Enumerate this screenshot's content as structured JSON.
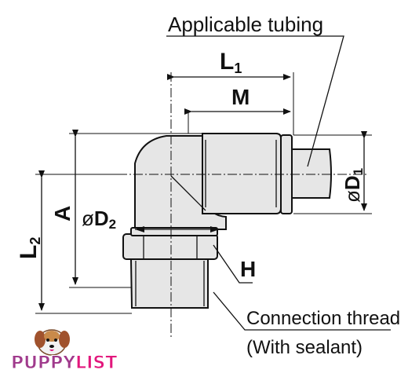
{
  "labels": {
    "applicable_tubing": "Applicable tubing",
    "connection_thread": "Connection thread",
    "with_sealant": "(With sealant)"
  },
  "dimensions": {
    "L1": {
      "main": "L",
      "sub": "1"
    },
    "M": "M",
    "D1": {
      "prefix": "ø",
      "main": "D",
      "sub": "1"
    },
    "A": "A",
    "D2": {
      "prefix": "ø",
      "main": "D",
      "sub": "2"
    },
    "L2": {
      "main": "L",
      "sub": "2"
    },
    "H": "H"
  },
  "watermark": {
    "brand": "PUPPYLIST",
    "colors": {
      "puppy": "#a03a8c",
      "list": "#e2177c"
    }
  }
}
